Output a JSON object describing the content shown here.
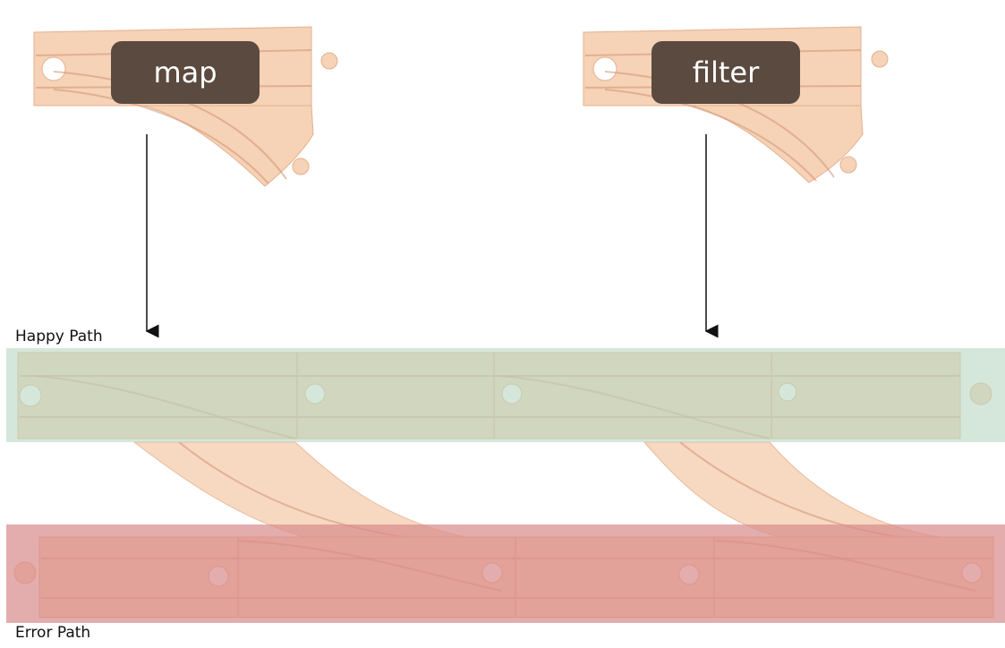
{
  "functions": [
    {
      "label": "map"
    },
    {
      "label": "filter"
    }
  ],
  "paths": {
    "happy_label": "Happy Path",
    "error_label": "Error Path"
  },
  "colors": {
    "background": "#ffffff",
    "wood": "#f6d2b6",
    "wood_edge": "#e4b08e",
    "wood_groove": "#cf9273",
    "happy_band": "#b9d8c4",
    "error_band": "#d98d8d",
    "label_box": "#5b4a3f",
    "label_text": "#ffffff",
    "arrow": "#111111"
  }
}
